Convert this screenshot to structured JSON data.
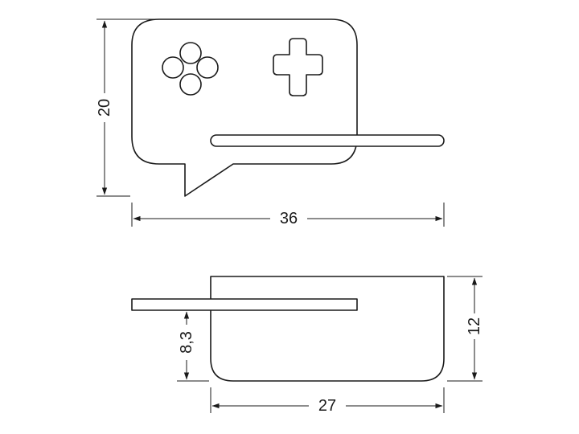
{
  "dimensions": {
    "top_height": "20",
    "top_width": "36",
    "bottom_width": "27",
    "bottom_height": "12",
    "shelf_height": "8,3"
  },
  "icons": {
    "buttons": "round-buttons-icon",
    "dpad": "dpad-cross-icon"
  },
  "colors": {
    "line": "#1a1a1a",
    "background": "#ffffff"
  }
}
